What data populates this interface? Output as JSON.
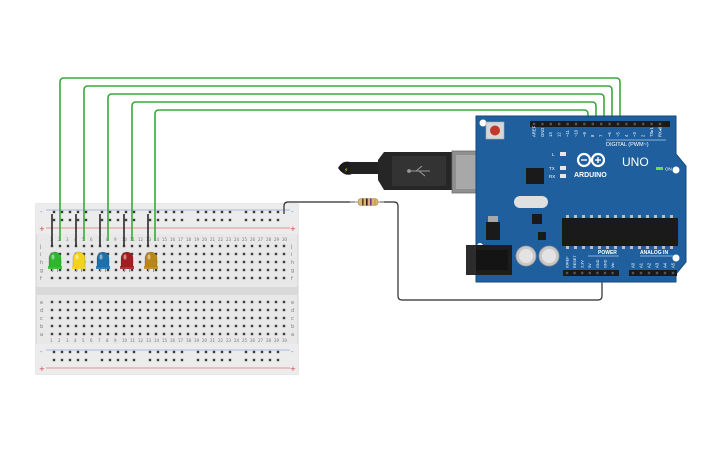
{
  "colors": {
    "wire_green": "#3aaa3a",
    "wire_black": "#2a2a2a",
    "board_blue": "#1f5f9e",
    "breadboard": "#e6e6e6",
    "rail_red": "#d23a3a",
    "rail_blue": "#5a8ed6"
  },
  "breadboard": {
    "row_letters_top": [
      "j",
      "i",
      "h",
      "g",
      "f"
    ],
    "row_letters_bottom": [
      "e",
      "d",
      "c",
      "b",
      "a"
    ],
    "column_numbers": [
      "1",
      "2",
      "3",
      "4",
      "5",
      "6",
      "7",
      "8",
      "9",
      "10",
      "11",
      "12",
      "13",
      "14",
      "15",
      "16",
      "17",
      "18",
      "19",
      "20",
      "21",
      "22",
      "23",
      "24",
      "25",
      "26",
      "27",
      "28",
      "29",
      "30"
    ],
    "rail_plus": "+",
    "rail_minus": "-"
  },
  "leds": [
    {
      "color": "#2fb52f"
    },
    {
      "color": "#f2d41f"
    },
    {
      "color": "#1f6fa8"
    },
    {
      "color": "#a01e1e"
    },
    {
      "color": "#b8861a"
    }
  ],
  "arduino": {
    "brand": "ARDUINO",
    "model": "UNO",
    "digital_label": "DIGITAL (PWM~)",
    "power_label": "POWER",
    "analog_label": "ANALOG IN",
    "on_label": "ON",
    "led_labels": [
      "L",
      "TX",
      "RX"
    ],
    "digital_pins": [
      "AREF",
      "GND",
      "13",
      "12",
      "~11",
      "~10",
      "~9",
      "8",
      "7",
      "~6",
      "~5",
      "4",
      "~3",
      "2",
      "TX▸1",
      "RX◂0"
    ],
    "power_pins": [
      "IOREF",
      "RESET",
      "3.3V",
      "5V",
      "GND",
      "GND",
      "Vin"
    ],
    "analog_pins": [
      "A0",
      "A1",
      "A2",
      "A3",
      "A4",
      "A5"
    ]
  }
}
